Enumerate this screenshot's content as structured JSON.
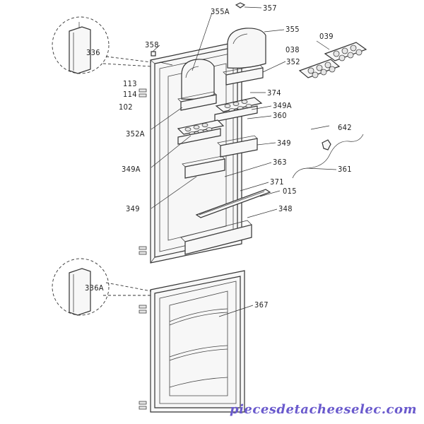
{
  "labels": {
    "p355A": "355A",
    "p357": "357",
    "p355": "355",
    "p039": "039",
    "p358": "358",
    "p038": "038",
    "p352": "352",
    "p336": "336",
    "p113": "113",
    "p114": "114",
    "p102": "102",
    "p374": "374",
    "p349A_top": "349A",
    "p360": "360",
    "p352A": "352A",
    "p642": "642",
    "p349_right": "349",
    "p349A_left": "349A",
    "p363": "363",
    "p361": "361",
    "p371": "371",
    "p015": "015",
    "p349_bottom": "349",
    "p348": "348",
    "p336A": "336A",
    "p367": "367"
  },
  "watermark": "piecesdetacheeselec.com",
  "colors": {
    "watermark": "#6a5acd",
    "line": "#333333"
  }
}
